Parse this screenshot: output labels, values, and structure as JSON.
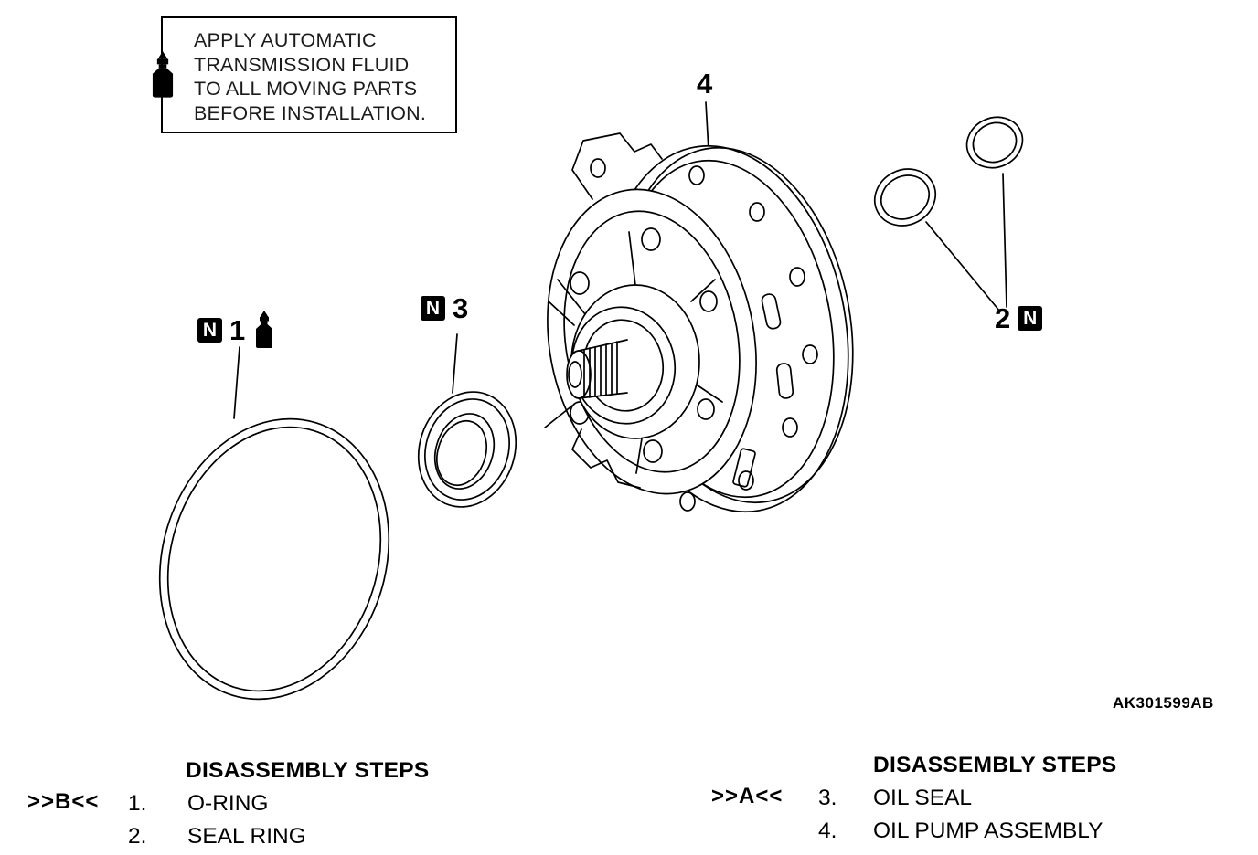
{
  "note_box": {
    "icon": "atf-bottle-icon",
    "lines": [
      "APPLY AUTOMATIC",
      "TRANSMISSION FLUID",
      "TO ALL MOVING PARTS",
      "BEFORE INSTALLATION."
    ]
  },
  "callouts": {
    "o_ring": {
      "symbol": "N",
      "number": "1",
      "icon": "atf-bottle-icon"
    },
    "oil_seal": {
      "number": "2",
      "symbol": "N"
    },
    "seal_ring": {
      "symbol": "N",
      "number": "3"
    },
    "oil_pump": {
      "number": "4"
    }
  },
  "figure_code": "AK301599AB",
  "legends": {
    "left": {
      "marker": ">>B<<",
      "title": "DISASSEMBLY STEPS",
      "items": [
        {
          "num": "1.",
          "label": "O-RING"
        },
        {
          "num": "2.",
          "label": "SEAL RING"
        }
      ]
    },
    "right": {
      "marker": ">>A<<",
      "title": "DISASSEMBLY STEPS",
      "items": [
        {
          "num": "3.",
          "label": "OIL SEAL"
        },
        {
          "num": "4.",
          "label": "OIL PUMP ASSEMBLY"
        }
      ]
    }
  },
  "colors": {
    "line": "#000000",
    "background": "#ffffff",
    "symbol_box_bg": "#000000",
    "symbol_box_text": "#ffffff"
  }
}
